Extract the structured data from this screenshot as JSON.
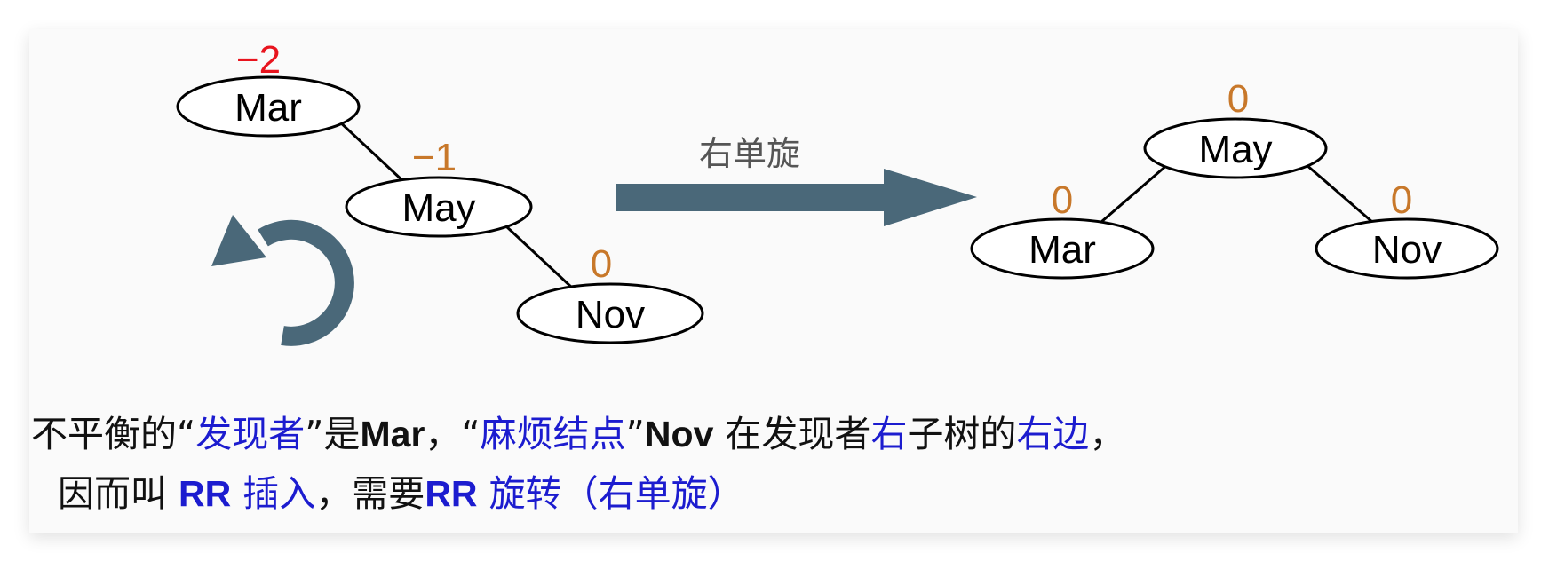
{
  "before_tree": {
    "nodes": [
      {
        "label": "Mar",
        "balance": "−2"
      },
      {
        "label": "May",
        "balance": "−1"
      },
      {
        "label": "Nov",
        "balance": "0"
      }
    ]
  },
  "rotation_label": "右单旋",
  "after_tree": {
    "nodes": [
      {
        "label": "May",
        "balance": "0"
      },
      {
        "label": "Mar",
        "balance": "0"
      },
      {
        "label": "Nov",
        "balance": "0"
      }
    ]
  },
  "caption": {
    "line1": [
      "不平衡的“",
      "发现者",
      "”是",
      "Mar",
      "，“",
      "麻烦结点",
      "”",
      "Nov",
      " 在发现者",
      "右",
      "子树的",
      "右边",
      "，"
    ],
    "line2": [
      "因而叫 ",
      "RR",
      " 插入",
      "，需要",
      "RR",
      " 旋转（右单旋）"
    ]
  },
  "colors": {
    "critical": "#e8141e",
    "balance": "#c8782a",
    "arrow": "#4a6879",
    "highlight": "#1c1ccf"
  },
  "icons": [
    "rotate-counterclockwise-icon",
    "right-arrow-icon"
  ]
}
